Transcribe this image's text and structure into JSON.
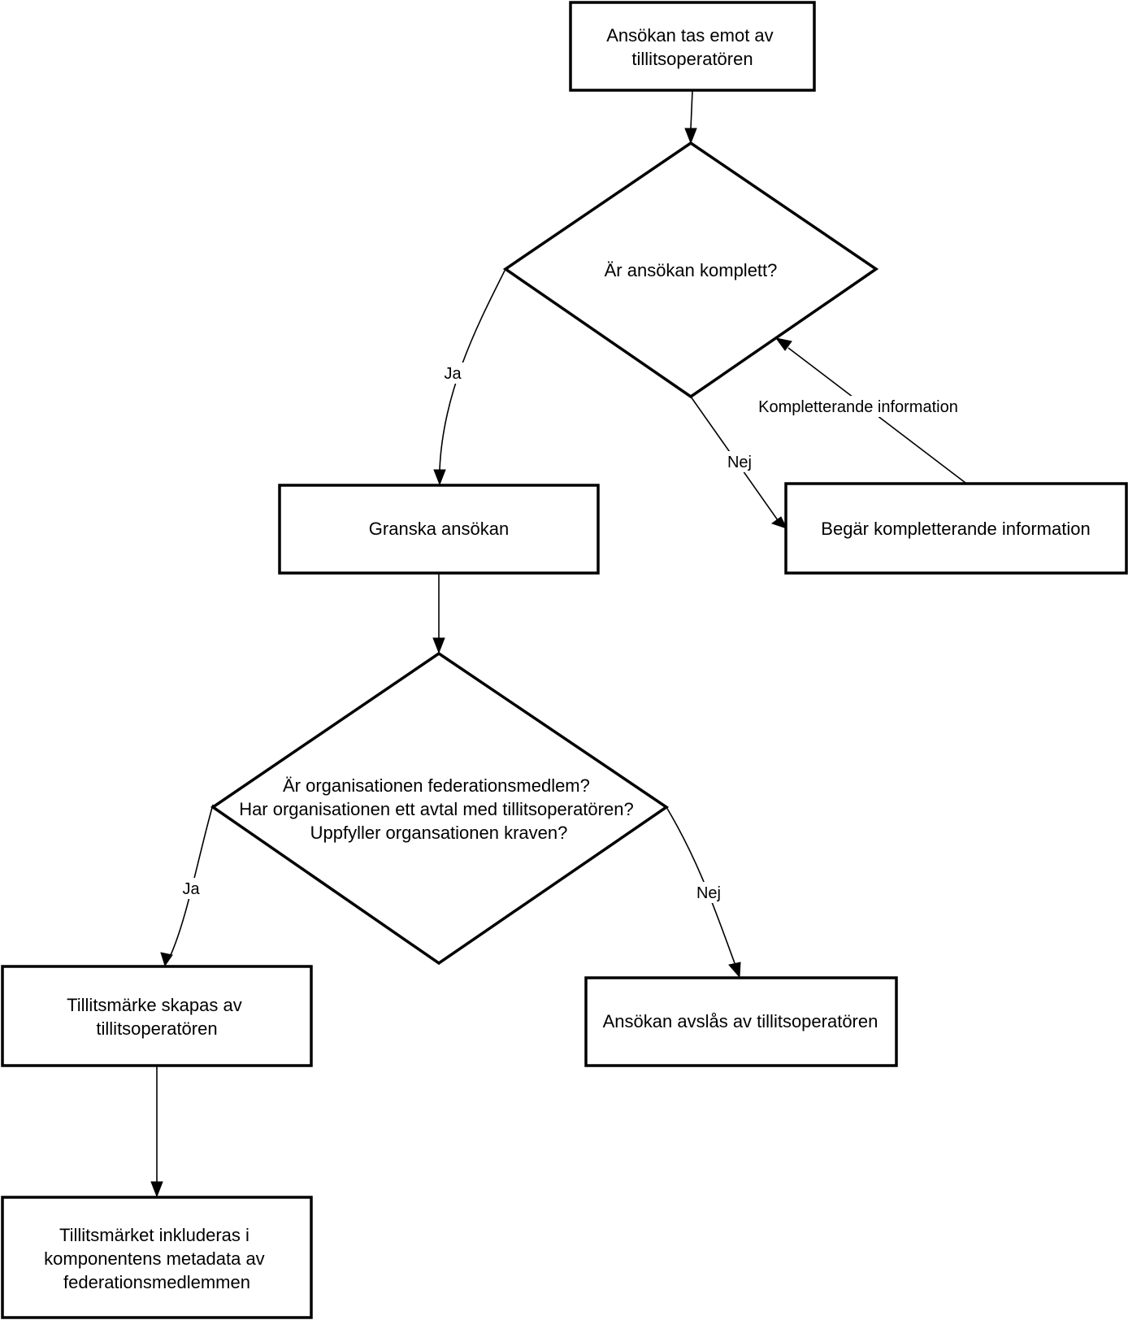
{
  "nodes": {
    "received": {
      "lines": [
        "Ansökan tas emot av",
        "tillitsoperatören"
      ]
    },
    "complete_question": {
      "lines": [
        "Är ansökan komplett?"
      ]
    },
    "review": {
      "lines": [
        "Granska ansökan"
      ]
    },
    "request_info": {
      "lines": [
        "Begär kompletterande information"
      ]
    },
    "member_question": {
      "lines": [
        "Är organisationen federationsmedlem?",
        "Har organisationen ett avtal med tillitsoperatören?",
        "Uppfyller organsationen kraven?"
      ]
    },
    "mark_created": {
      "lines": [
        "Tillitsmärke skapas av",
        "tillitsoperatören"
      ]
    },
    "rejected": {
      "lines": [
        "Ansökan avslås av tillitsoperatören"
      ]
    },
    "mark_included": {
      "lines": [
        "Tillitsmärket inkluderas i",
        "komponentens metadata av",
        "federationsmedlemmen"
      ]
    }
  },
  "edges": {
    "complete_yes": "Ja",
    "complete_no": "Nej",
    "supplementary": "Kompletterande information",
    "member_yes": "Ja",
    "member_no": "Nej"
  }
}
